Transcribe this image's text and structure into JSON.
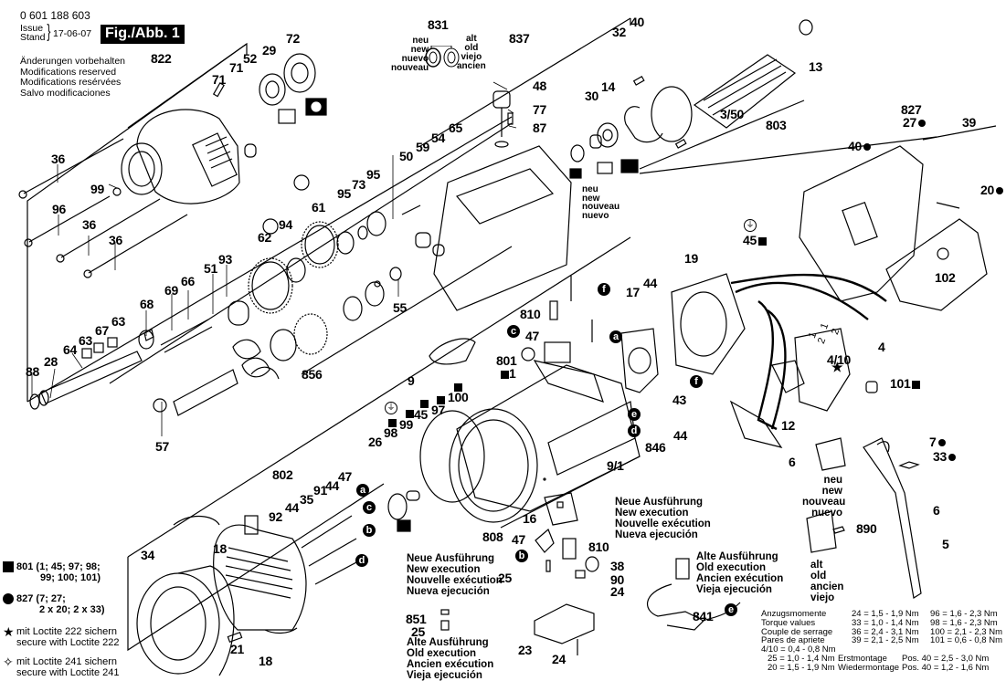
{
  "header": {
    "part_number": "0 601 188 603",
    "issue_label_1": "Issue",
    "issue_label_2": "Stand",
    "issue_date": "17-06-07",
    "figure_label": "Fig./Abb. 1",
    "modifications": [
      "Änderungen vorbehalten",
      "Modifications reserved",
      "Modifications resérvées",
      "Salvo modificaciones"
    ]
  },
  "legend": {
    "square_item": {
      "symbol": "square",
      "line1": "801 (1; 45; 97; 98;",
      "line2": "99; 100; 101)"
    },
    "circle_item": {
      "symbol": "filled-circle",
      "line1": "827 (7; 27;",
      "line2": "2 x 20; 2 x 33)"
    },
    "star_item": {
      "symbol": "star",
      "line1": "mit Loctite 222 sichern",
      "line2": "secure with Loctite 222"
    },
    "open_star_item": {
      "symbol": "open-star",
      "line1": "mit Loctite 241 sichern",
      "line2": "secure with Loctite 241"
    }
  },
  "variant_notes": {
    "seal_new": [
      "neu",
      "new",
      "nuevo",
      "nouveau"
    ],
    "seal_old": [
      "alt",
      "old",
      "viejo",
      "ancien"
    ],
    "bearing_new": [
      "neu",
      "new",
      "nouveau",
      "nuevo"
    ],
    "brush_new_top": [
      "Neue Ausführung",
      "New execution",
      "Nouvelle exécution",
      "Nueva ejecución"
    ],
    "brush_new_left": [
      "Neue Ausführung",
      "New execution",
      "Nouvelle exécution",
      "Nueva ejecución"
    ],
    "brush_old_left": [
      "Alte Ausführung",
      "Old execution",
      "Ancien exécution",
      "Vieja ejecución"
    ],
    "brush_old_right": [
      "Alte Ausführung",
      "Old execution",
      "Ancien exécution",
      "Vieja ejecución"
    ],
    "switch_new": [
      "neu",
      "new",
      "nouveau",
      "nuevo"
    ],
    "switch_old": [
      "alt",
      "old",
      "ancien",
      "viejo"
    ]
  },
  "part_labels": {
    "p822": "822",
    "p71a": "71",
    "p71b": "71",
    "p52": "52",
    "p29": "29",
    "p72": "72",
    "p36a": "36",
    "p99a": "99",
    "p96": "96",
    "p36b": "36",
    "p36c": "36",
    "p831": "831",
    "p837": "837",
    "p48": "48",
    "p77": "77",
    "p87": "87",
    "p65": "65",
    "p54": "54",
    "p59": "59",
    "p50": "50",
    "p95a": "95",
    "p73": "73",
    "p95b": "95",
    "p61": "61",
    "p94": "94",
    "p62": "62",
    "p93": "93",
    "p51": "51",
    "p66": "66",
    "p69": "69",
    "p68": "68",
    "p63a": "63",
    "p67": "67",
    "p63b": "63",
    "p64": "64",
    "p28": "28",
    "p88": "88",
    "p55": "55",
    "p856": "856",
    "p57": "57",
    "p40a": "40",
    "p32": "32",
    "p14": "14",
    "p30": "30",
    "p13": "13",
    "p350": "3/50",
    "p803": "803",
    "p827": "827",
    "p27": "27",
    "p39": "39",
    "p40b": "40",
    "p20": "20",
    "p102": "102",
    "p45a": "45",
    "p19": "19",
    "p44a": "44",
    "p17": "17",
    "p810a": "810",
    "p47a": "47",
    "p801": "801",
    "p1": "1",
    "p9": "9",
    "p100": "100",
    "p97": "97",
    "p45b": "45",
    "p99b": "99",
    "p98": "98",
    "p26": "26",
    "p91": "91",
    "p43": "43",
    "p846": "846",
    "p44b": "44",
    "p91b": "9/1",
    "p4": "4",
    "p410": "4/10",
    "p101": "101",
    "p12": "12",
    "p6a": "6",
    "p7": "7",
    "p33": "33",
    "p6b": "6",
    "p5": "5",
    "p890": "890",
    "p802": "802",
    "p47b": "47",
    "p44c": "44",
    "p35": "35",
    "p91c": "91",
    "p44d": "44",
    "p92": "92",
    "p18a": "18",
    "p34": "34",
    "p21": "21",
    "p18b": "18",
    "p808": "808",
    "p16": "16",
    "p47c": "47",
    "p810b": "810",
    "p38": "38",
    "p90": "90",
    "p24a": "24",
    "p25a": "25",
    "p851": "851",
    "p25b": "25",
    "p23": "23",
    "p24b": "24",
    "p841": "841"
  },
  "connection_markers": {
    "a1": "a",
    "c1": "c",
    "b1": "b",
    "d1": "d",
    "f1": "f",
    "c2": "c",
    "a2": "a",
    "f2": "f",
    "e1": "e",
    "d2": "d",
    "b2": "b",
    "e2": "e"
  },
  "torque_table": {
    "title_rows": [
      "Anzugsmomente",
      "Torque values",
      "Couple de serrage",
      "Pares de apriete"
    ],
    "col1": [
      "24 = 1,5 - 1,9 Nm",
      "33 = 1,0 - 1,4 Nm",
      "36 = 2,4 - 3,1 Nm",
      "39 = 2,1 - 2,5 Nm"
    ],
    "col2": [
      "96 = 1,6 - 2,3 Nm",
      "98 = 1,6 - 2,3 Nm",
      "100 = 2,1 - 2,3 Nm",
      "101 = 0,6 - 0,8 Nm"
    ],
    "extra_1": "4/10 = 0,4 - 0,8 Nm",
    "extra_2a": "25 = 1,0 - 1,4 Nm",
    "extra_2b": "Erstmontage",
    "extra_2c": "Pos. 40 = 2,5 - 3,0 Nm",
    "extra_3a": "20 = 1,5 - 1,9 Nm",
    "extra_3b": "Wiedermontage",
    "extra_3c": "Pos. 40 = 1,2 - 1,6 Nm"
  },
  "wire_labels": [
    "1",
    "2",
    "1",
    "2"
  ]
}
